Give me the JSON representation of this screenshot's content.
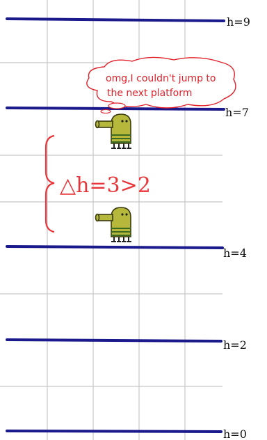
{
  "platforms": [
    {
      "label": "h=9"
    },
    {
      "label": "h=7"
    },
    {
      "label": "h=4"
    },
    {
      "label": "h=2"
    },
    {
      "label": "h=0"
    }
  ],
  "speech_bubble": {
    "line1": "omg,I couldn't jump to",
    "line2": "the next platform"
  },
  "annotation": {
    "delta_text": "△h=3>2"
  },
  "colors": {
    "platform": "#1a1a8c",
    "annotation_red": "#e8353a",
    "grid": "#c8c8c8",
    "character_body": "#b5b83a"
  },
  "icons": [
    "doodler-character-icon",
    "curly-brace-icon",
    "speech-bubble-icon"
  ]
}
